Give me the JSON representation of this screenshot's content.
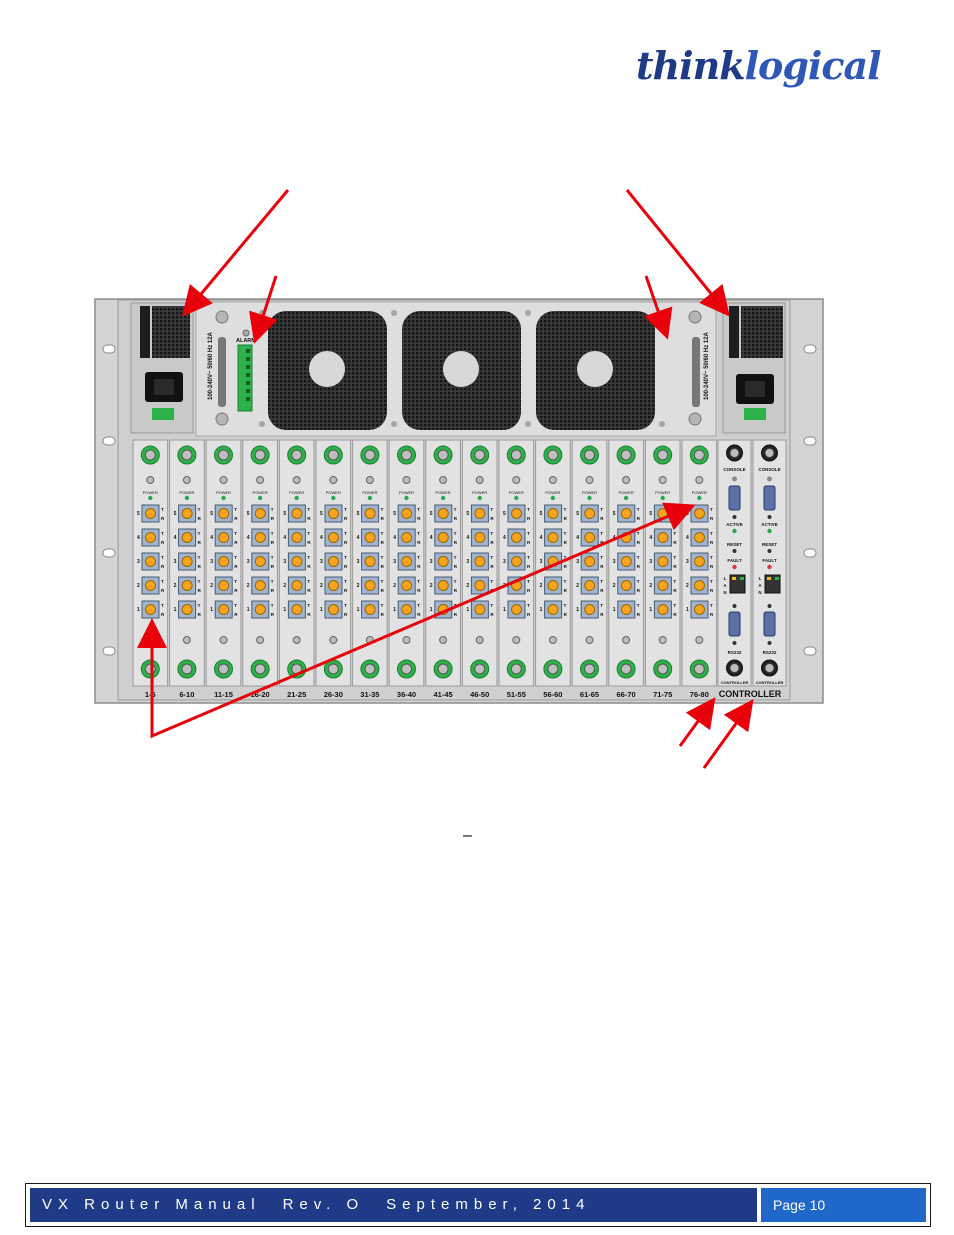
{
  "logo": {
    "part1": "think",
    "part2": "logical"
  },
  "figure": {
    "colors": {
      "chassis": "#d2d2d2",
      "arrow": "#e8000b",
      "led": "#2aa84a",
      "terminal": "#2db24a",
      "connector": "#f4a520",
      "logo": "#1f3b87"
    },
    "alarm_label": "ALARM",
    "psu_rating": "100-240V~ 50/60 Hz 12A",
    "card_labels": [
      "1-5",
      "6-10",
      "11-15",
      "16-20",
      "21-25",
      "26-30",
      "31-35",
      "36-40",
      "41-45",
      "46-50",
      "51-55",
      "56-60",
      "61-65",
      "66-70",
      "71-75",
      "76-80"
    ],
    "port_numbers": [
      "5",
      "4",
      "3",
      "2",
      "1"
    ],
    "port_tx": "T",
    "port_rx": "R",
    "power_label": "POWER",
    "controller_label": "CONTROLLER",
    "controller_card": {
      "console": "CONSOLE",
      "active": "ACTIVE",
      "reset": "RESET",
      "fault": "FAULT",
      "lan": "LAN",
      "rs232": "RS232",
      "bottom": "CONTROLLER"
    }
  },
  "caption_dash": "–",
  "footer": {
    "title": "VX Router Manual",
    "rev": "Rev. O",
    "date": "September, 2014",
    "page": "Page 10"
  }
}
